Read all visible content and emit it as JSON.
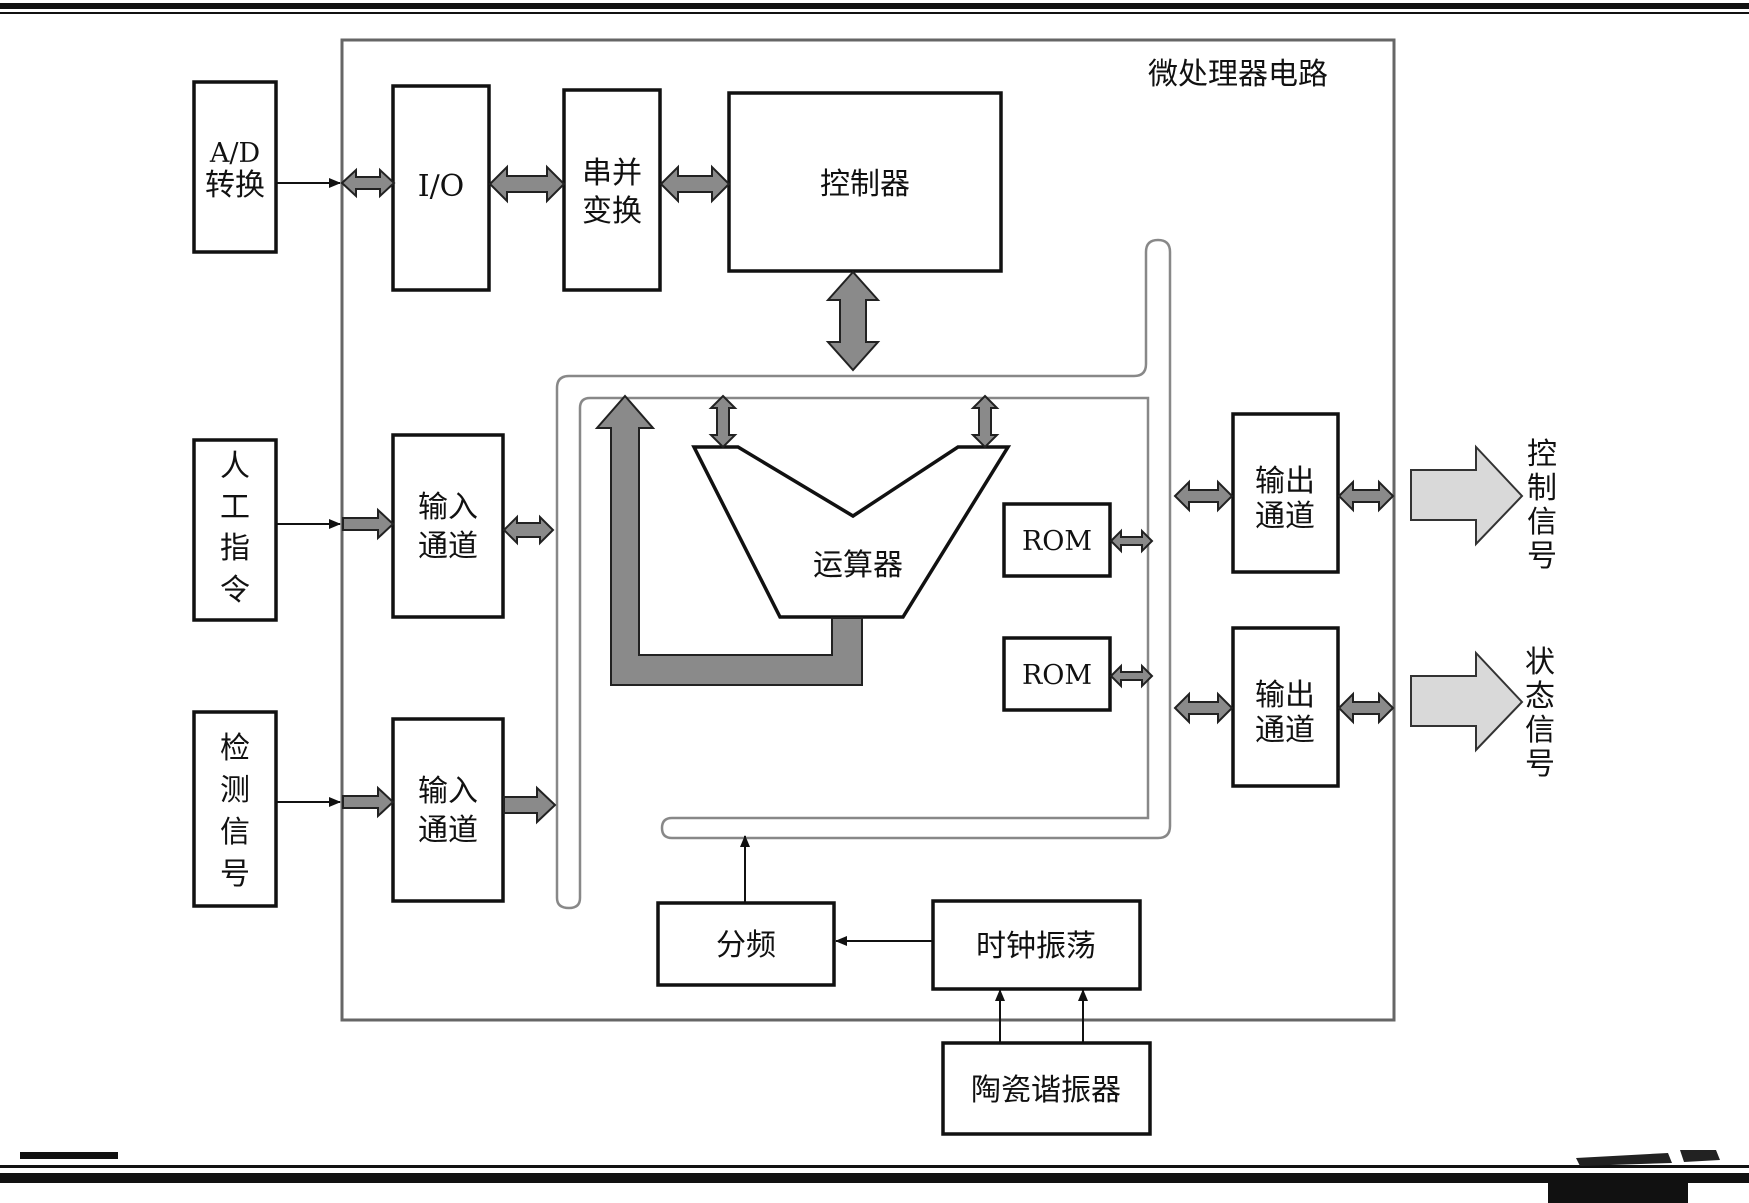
{
  "diagram": {
    "title": "微处理器电路",
    "blocks": {
      "ad": [
        "A/D",
        "转换"
      ],
      "io": "I/O",
      "serial": [
        "串并",
        "变换"
      ],
      "controller": "控制器",
      "manual": [
        "人",
        "工",
        "指",
        "令"
      ],
      "detect": [
        "检",
        "测",
        "信",
        "号"
      ],
      "input1": [
        "输入",
        "通道"
      ],
      "input2": [
        "输入",
        "通道"
      ],
      "alu": "运算器",
      "rom1": "ROM",
      "rom2": "ROM",
      "output1": [
        "输出",
        "通道"
      ],
      "output2": [
        "输出",
        "通道"
      ],
      "divider": "分频",
      "clock": "时钟振荡",
      "resonator": "陶瓷谐振器"
    },
    "outputs": {
      "control": [
        "控",
        "制",
        "信",
        "号"
      ],
      "status": [
        "状",
        "态",
        "信",
        "号"
      ]
    },
    "colors": {
      "line": "#111111",
      "bus_arrow": "#8a8a8a",
      "output_arrow": "#d9d9d9",
      "frame": "#666666"
    }
  }
}
